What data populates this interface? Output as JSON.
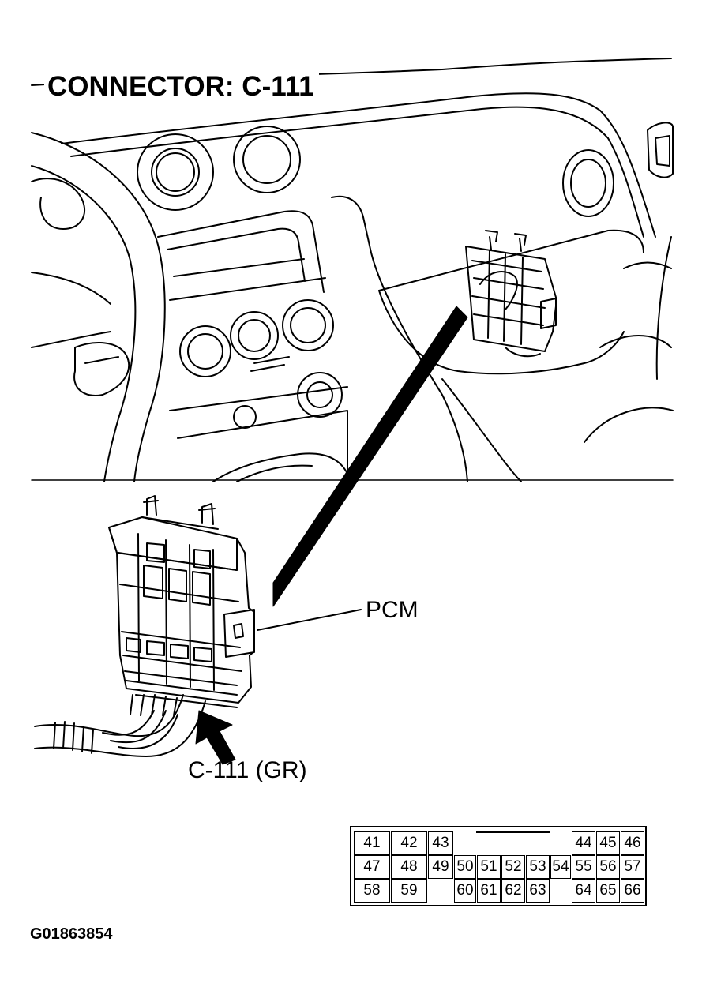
{
  "title": "CONNECTOR: C-111",
  "labels": {
    "pcm": "PCM",
    "connector": "C-111 (GR)"
  },
  "figure_id": "G01863854",
  "pin_rows": [
    [
      "41",
      "42",
      "43",
      "44",
      "45",
      "46"
    ],
    [
      "47",
      "48",
      "49",
      "50",
      "51",
      "52",
      "53",
      "54",
      "55",
      "56",
      "57"
    ],
    [
      "58",
      "59",
      "60",
      "61",
      "62",
      "63",
      "64",
      "65",
      "66"
    ]
  ]
}
